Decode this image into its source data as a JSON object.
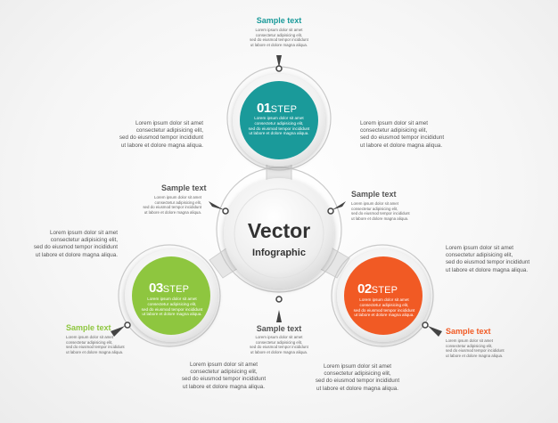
{
  "colors": {
    "teal": "#1a9a9a",
    "green": "#8ec63f",
    "orange": "#f15a24",
    "dark": "#333333",
    "connector": "#444444"
  },
  "center": {
    "title": "Vector",
    "subtitle": "Infographic"
  },
  "steps": [
    {
      "number": "01",
      "label": "STEP",
      "color": "#1a9a9a",
      "text": "Lorem ipsum dolor sit amet\nconsectetur adipisicing elit,\nsed do eiusmod tempor incididunt\nut labore et dolore magna aliqua."
    },
    {
      "number": "02",
      "label": "STEP",
      "color": "#f15a24",
      "text": "Lorem ipsum dolor sit amet\nconsectetur adipisicing elit,\nsed do eiusmod tempor incididunt\nut labore et dolore magna aliqua."
    },
    {
      "number": "03",
      "label": "STEP",
      "color": "#8ec63f",
      "text": "Lorem ipsum dolor sit amet\nconsectetur adipisicing elit,\nsed do eiusmod tempor incididunt\nut labore et dolore magna aliqua."
    }
  ],
  "callouts": {
    "top": {
      "title": "Sample text",
      "title_color": "#1a9a9a",
      "text": "Lorem ipsum dolor sit amet\nconsectetur adipisicing elit,\nsed do eiusmod tempor incididunt\nut labore et dolore magna aliqua."
    },
    "inner_left": {
      "title": "Sample text",
      "title_color": "#555555",
      "text": "Lorem ipsum dolor sit amet\nconsectetur adipisicing elit,\nsed do eiusmod tempor incididunt\nut labore et dolore magna aliqua."
    },
    "inner_right": {
      "title": "Sample text",
      "title_color": "#555555",
      "text": "Lorem ipsum dolor sit amet\nconsectetur adipisicing elit,\nsed do eiusmod tempor incididunt\nut labore et dolore magna aliqua."
    },
    "bottom_center": {
      "title": "Sample text",
      "title_color": "#555555",
      "text": "Lorem ipsum dolor sit amet\nconsectetur adipisicing elit,\nsed do eiusmod tempor incididunt\nut labore et dolore magna aliqua."
    },
    "bottom_left": {
      "title": "Sample text",
      "title_color": "#8ec63f",
      "text": "Lorem ipsum dolor sit amet\nconsectetur adipisicing elit,\nsed do eiusmod tempor incididunt\nut labore et dolore magna aliqua."
    },
    "bottom_right": {
      "title": "Sample text",
      "title_color": "#f15a24",
      "text": "Lorem ipsum dolor sit amet\nconsectetur adipisicing elit,\nsed do eiusmod tempor incididunt\nut labore et dolore magna aliqua."
    }
  },
  "paragraphs": {
    "upper_left": "Lorem ipsum dolor sit amet\nconsectetur adipisicing elit,\nsed do eiusmod tempor incididunt\nut labore et dolore magna aliqua.",
    "upper_right": "Lorem ipsum dolor sit amet\nconsectetur adipisicing elit,\nsed do eiusmod tempor incididunt\nut labore et dolore magna aliqua.",
    "mid_left": "Lorem ipsum dolor sit amet\nconsectetur adipisicing elit,\nsed do eiusmod tempor incididunt\nut labore et dolore magna aliqua.",
    "mid_right": "Lorem ipsum dolor sit amet\nconsectetur adipisicing elit,\nsed do eiusmod tempor incididunt\nut labore et dolore magna aliqua.",
    "bottom_left": "Lorem ipsum dolor sit amet\nconsectetur adipisicing elit,\nsed do eiusmod tempor incididunt\nut labore et dolore magna aliqua.",
    "bottom_right": "Lorem ipsum dolor sit amet\nconsectetur adipisicing elit,\nsed do eiusmod tempor incididunt\nut labore et dolore magna aliqua."
  }
}
